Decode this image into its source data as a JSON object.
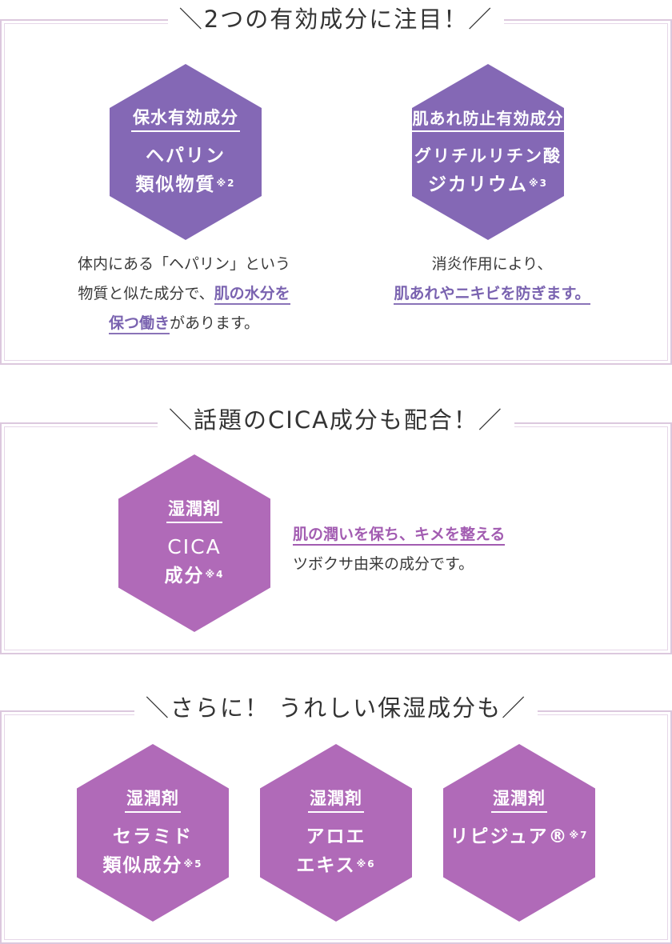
{
  "section1": {
    "heading": "＼2つの有効成分に注目！／",
    "hex_left": {
      "label": "保水有効成分",
      "line1": "ヘパリン",
      "line2": "類似物質",
      "note": "※2"
    },
    "hex_right": {
      "label": "肌あれ防止有効成分",
      "line1": "グリチルリチン酸",
      "line2": "ジカリウム",
      "note": "※3"
    },
    "desc_left": {
      "line1": "体内にある「ヘパリン」という",
      "line2_plain": "物質と似た成分で、",
      "line2_hl": "肌の水分を",
      "line3_hl": "保つ働き",
      "line3_plain": "があります。"
    },
    "desc_right": {
      "line1": "消炎作用により、",
      "line2_hl": "肌あれやニキビを防ぎます。"
    }
  },
  "section2": {
    "heading": "＼話題のCICA成分も配合！／",
    "hex": {
      "label": "湿潤剤",
      "line1": "CICA",
      "line2": "成分",
      "note": "※4"
    },
    "desc": {
      "line1_hl": "肌の潤いを保ち、キメを整える",
      "line2": "ツボクサ由来の成分です。"
    }
  },
  "section3": {
    "heading": "＼さらに！ うれしい保湿成分も／",
    "hexes": [
      {
        "label": "湿潤剤",
        "line1": "セラミド",
        "line2": "類似成分",
        "note": "※5"
      },
      {
        "label": "湿潤剤",
        "line1": "アロエ",
        "line2": "エキス",
        "note": "※6"
      },
      {
        "label": "湿潤剤",
        "line1": "リピジュア®",
        "line2": "",
        "note": "※7"
      }
    ]
  },
  "colors": {
    "purple": "#8468b5",
    "magenta": "#b06ab8",
    "border": "#dcc8de"
  }
}
